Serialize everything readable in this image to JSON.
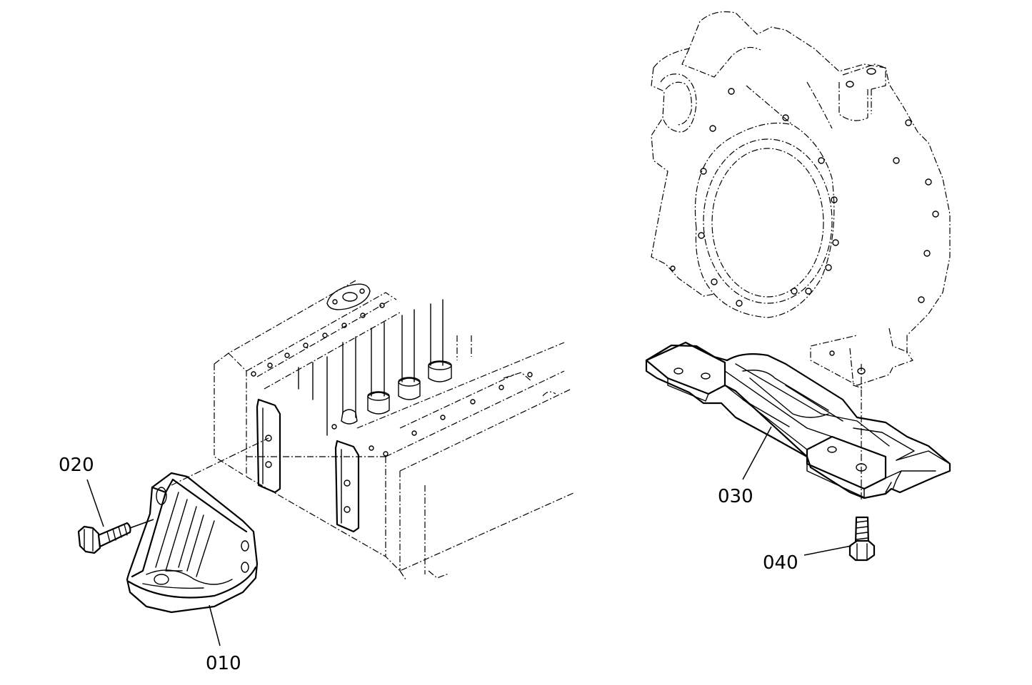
{
  "callouts": {
    "part_010": "010",
    "part_020": "020",
    "part_030": "030",
    "part_040": "040"
  }
}
